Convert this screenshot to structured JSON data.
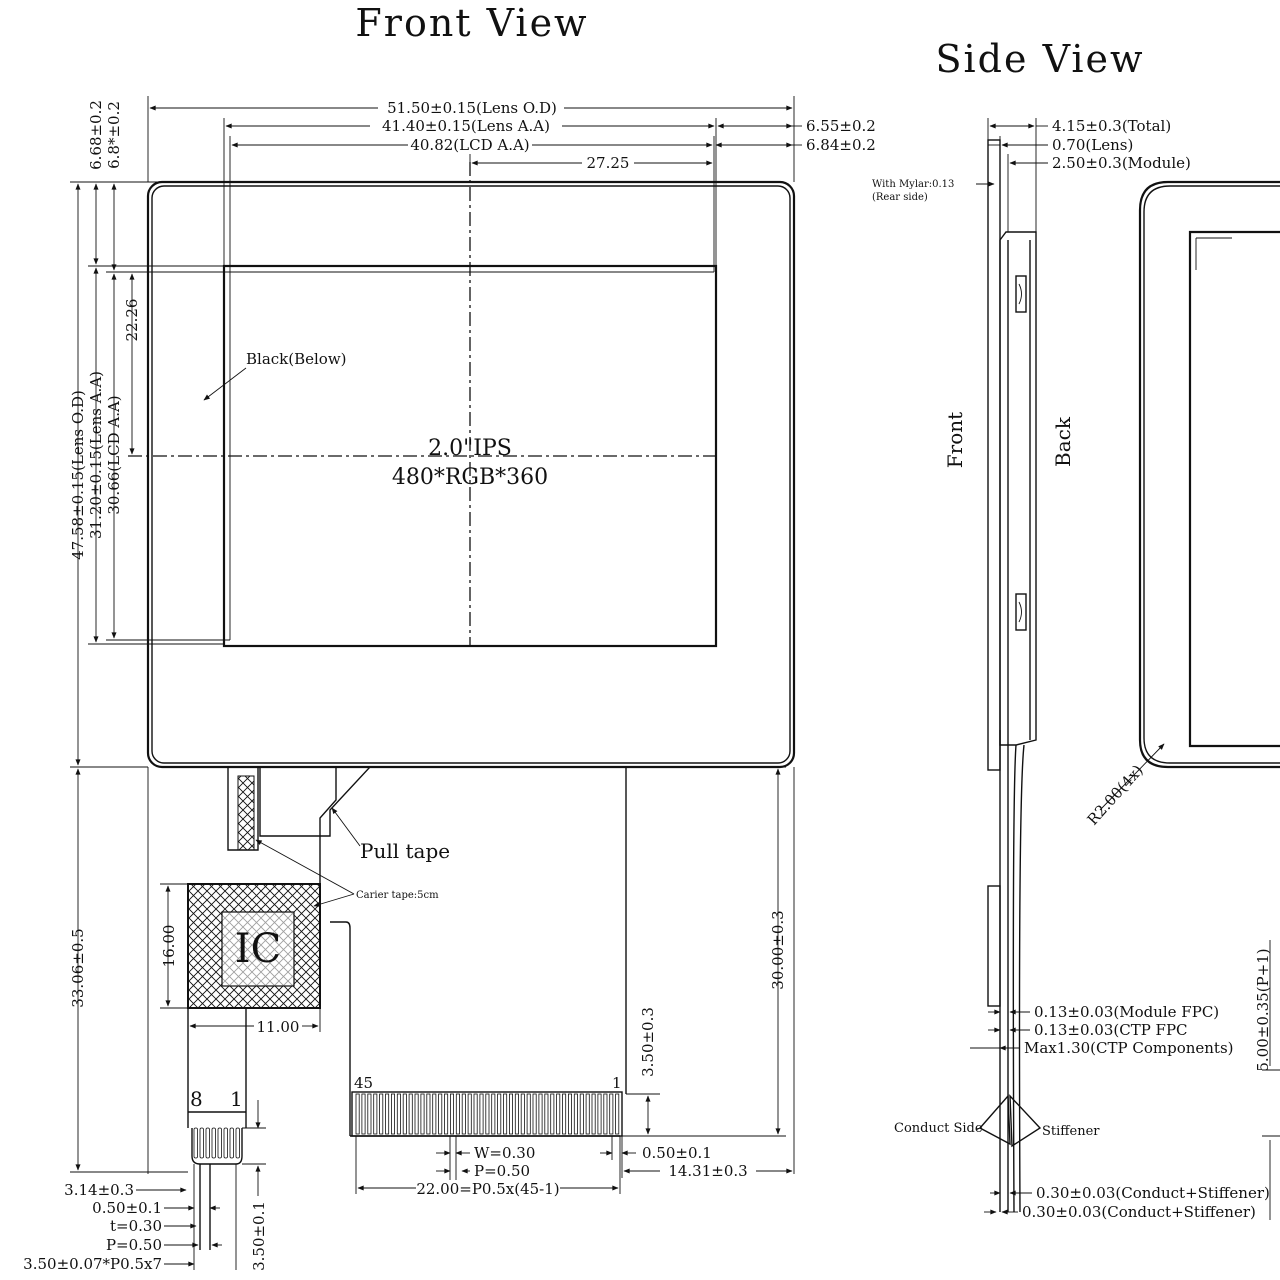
{
  "titles": {
    "front_view": "Front View",
    "side_view": "Side View"
  },
  "front": {
    "dim_lens_od_w": "51.50±0.15(Lens O.D)",
    "dim_lens_aa_w": "41.40±0.15(Lens A.A)",
    "dim_lcd_aa_w": "40.82(LCD A.A)",
    "dim_27_25": "27.25",
    "dim_6_55": "6.55±0.2",
    "dim_6_84": "6.84±0.2",
    "dim_6_68": "6.68±0.2",
    "dim_6_8": "6.8*±0.2",
    "dim_22_26": "22.26",
    "dim_lens_od_h": "47.58±0.15(Lens O.D)",
    "dim_lens_aa_h": "31.20±0.15(Lens A.A)",
    "dim_lcd_aa_h": "30.66(LCD A.A)",
    "black_below": "Black(Below)",
    "panel_size": "2.0\"IPS",
    "resolution": "480*RGB*360",
    "pull_tape": "Pull tape",
    "carrier_tape": "Carier tape:5cm",
    "ic_label": "IC",
    "dim_16_00": "16.00",
    "dim_11_00": "11.00",
    "dim_33_06": "33.06±0.5",
    "dim_30_00": "30.00±0.3",
    "dim_3_50a": "3.50±0.3",
    "pin_45": "45",
    "pin_1": "1",
    "pin_8": "8",
    "pin_1b": "1",
    "dim_w": "W=0.30",
    "dim_p": "P=0.50",
    "dim_22_00": "22.00=P0.5x(45-1)",
    "dim_0_50a": "0.50±0.1",
    "dim_14_31": "14.31±0.3",
    "dim_3_14": "3.14±0.3",
    "dim_0_50b": "0.50±0.1",
    "dim_t": "t=0.30",
    "dim_p2": "P=0.50",
    "dim_3_50b": "3.50±0.07*P0.5x7",
    "dim_3_50c": "3.50±0.1"
  },
  "side": {
    "dim_total": "4.15±0.3(Total)",
    "dim_lens": "0.70(Lens)",
    "dim_module": "2.50±0.3(Module)",
    "mylar": "With Mylar:0.13",
    "rear_side": "(Rear side)",
    "front_label": "Front",
    "back_label": "Back",
    "radius": "R2.00(4x)",
    "dim_module_fpc": "0.13±0.03(Module FPC)",
    "dim_ctp_fpc": "0.13±0.03(CTP FPC",
    "dim_ctp_comp": "Max1.30(CTP Components)",
    "conduct_side": "Conduct Side",
    "stiffener": "Stiffener",
    "dim_cs1": "0.30±0.03(Conduct+Stiffener)",
    "dim_cs2": "0.30±0.03(Conduct+Stiffener)",
    "dim_5_00": "5.00±0.35(P+1)"
  }
}
